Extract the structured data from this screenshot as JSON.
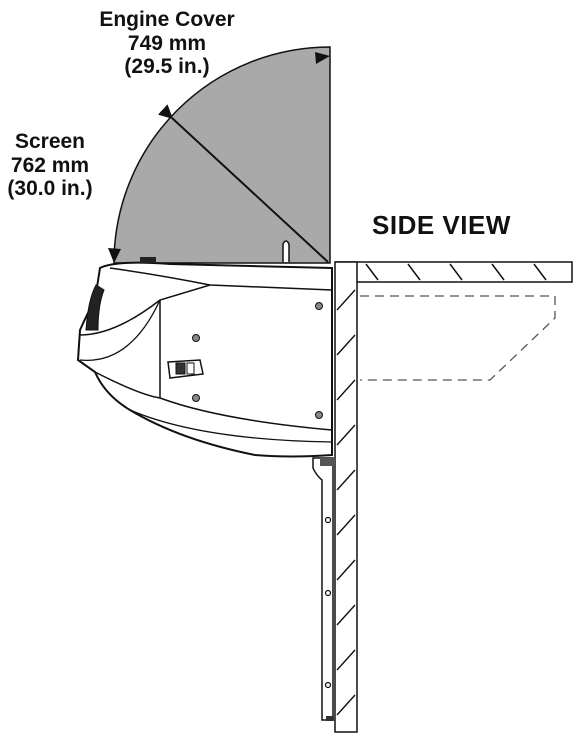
{
  "labels": {
    "engine_cover": {
      "name": "Engine Cover",
      "metric": "749 mm",
      "imperial": "(29.5 in.)"
    },
    "screen": {
      "name": "Screen",
      "metric": "762 mm",
      "imperial": "(30.0 in.)"
    },
    "view": "SIDE VIEW"
  },
  "colors": {
    "swing_area": "#a9a9a9",
    "line": "#111111",
    "body": "#ffffff"
  }
}
